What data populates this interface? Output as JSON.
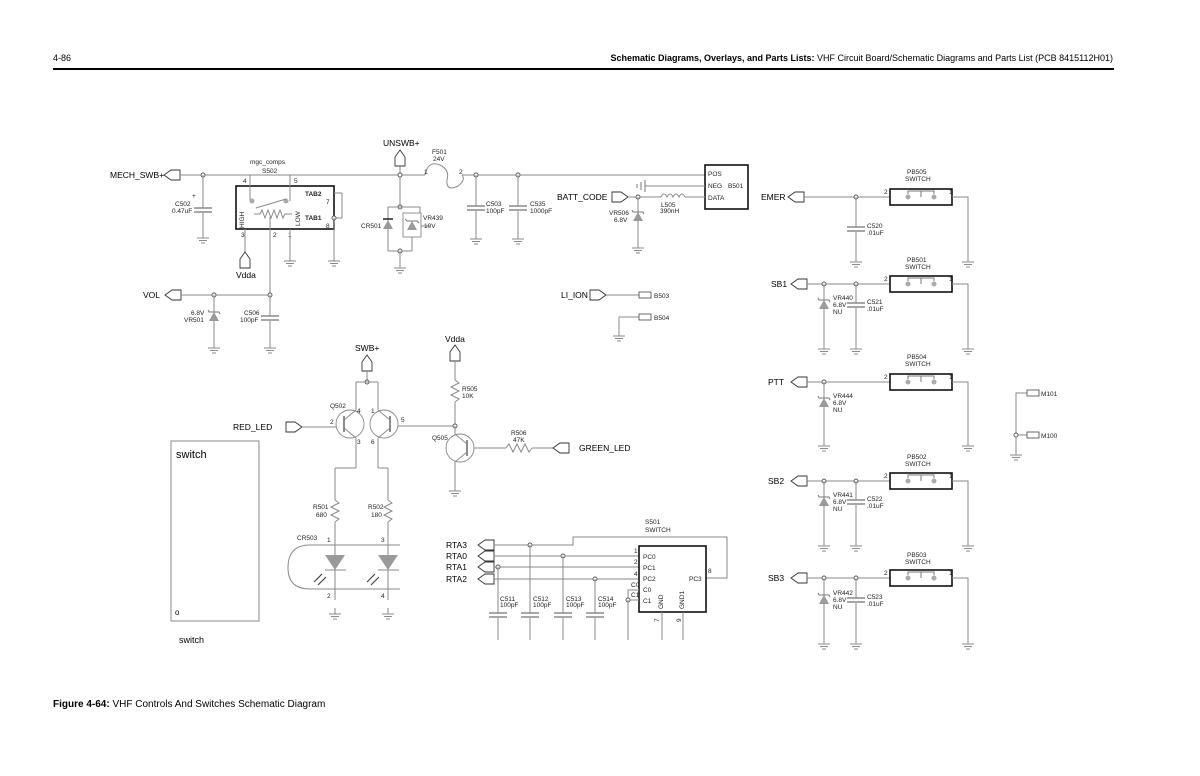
{
  "header": {
    "page_number": "4-86",
    "title_bold": "Schematic Diagrams, Overlays, and Parts Lists:",
    "title_rest": " VHF Circuit Board/Schematic Diagrams and Parts List (PCB 8415112H01)"
  },
  "caption": {
    "bold": "Figure 4-64:",
    "rest": " VHF Controls And Switches Schematic Diagram"
  },
  "nets": {
    "mech_swb": "MECH_SWB+",
    "unswb": "UNSWB+",
    "vdda_top": "Vdda",
    "vol": "VOL",
    "batt_code": "BATT_CODE",
    "li_ion": "LI_ION",
    "swb": "SWB+",
    "vdda_mid": "Vdda",
    "red_led": "RED_LED",
    "green_led": "GREEN_LED",
    "emer": "EMER",
    "sb1": "SB1",
    "ptt": "PTT",
    "sb2": "SB2",
    "sb3": "SB3",
    "rta3": "RTA3",
    "rta0": "RTA0",
    "rta1": "RTA1",
    "rta2": "RTA2"
  },
  "components": {
    "s502": {
      "name": "S502",
      "desc": "mgc_comps",
      "tab2": "TAB2",
      "tab1": "TAB1",
      "high": "HIGH",
      "low": "LOW",
      "p4": "4",
      "p5": "5",
      "p7": "7",
      "p8": "8",
      "p3": "3",
      "p2": "2",
      "p1": "1"
    },
    "c502": {
      "name": "C502",
      "value": "0.47uF",
      "plus": "+"
    },
    "f501": {
      "name": "F501",
      "value": "24V",
      "p1": "1",
      "p2": "2"
    },
    "cr501": {
      "name": "CR501"
    },
    "vr439": {
      "name": "VR439",
      "value": "10V"
    },
    "c503": {
      "name": "C503",
      "value": "100pF"
    },
    "c535": {
      "name": "C535",
      "value": "1000pF"
    },
    "vr506": {
      "name": "VR506",
      "value": "6.8V"
    },
    "l505": {
      "name": "L505",
      "value": "390nH"
    },
    "b501": {
      "name": "B501",
      "pos": "POS",
      "neg": "NEG",
      "data": "DATA"
    },
    "vr501": {
      "name": "VR501",
      "value": "6.8V"
    },
    "c506": {
      "name": "C506",
      "value": "100pF"
    },
    "b503": {
      "name": "B503"
    },
    "b504": {
      "name": "B504"
    },
    "q502": {
      "name": "Q502",
      "p2": "2",
      "p4": "4",
      "p3": "3",
      "p1": "1",
      "p5": "5",
      "p6": "6"
    },
    "q505": {
      "name": "Q505"
    },
    "r505": {
      "name": "R505",
      "value": "10K"
    },
    "r506": {
      "name": "R506",
      "value": "47K"
    },
    "r501": {
      "name": "R501",
      "value": "680"
    },
    "r502": {
      "name": "R502",
      "value": "180"
    },
    "cr503": {
      "name": "CR503",
      "p1": "1",
      "p2": "2",
      "p3": "3",
      "p4": "4"
    },
    "s501": {
      "name": "S501",
      "desc": "SWITCH",
      "pc0": "PC0",
      "pc1": "PC1",
      "pc2": "PC2",
      "pc3": "PC3",
      "c0": "C0",
      "c1": "C1",
      "gnd": "GND",
      "gnd1": "GND1",
      "p1": "1",
      "p2": "2",
      "p4": "4",
      "p8": "8",
      "p7": "7",
      "p9": "9",
      "c0_ext": "C0",
      "c1_ext": "C1"
    },
    "c511": {
      "name": "C511",
      "value": "100pF"
    },
    "c512": {
      "name": "C512",
      "value": "100pF"
    },
    "c513": {
      "name": "C513",
      "value": "100pF"
    },
    "c514": {
      "name": "C514",
      "value": "100pF"
    },
    "pb505": {
      "name": "PB505",
      "desc": "SWITCH"
    },
    "pb501": {
      "name": "PB501",
      "desc": "SWITCH"
    },
    "pb504": {
      "name": "PB504",
      "desc": "SWITCH"
    },
    "pb502": {
      "name": "PB502",
      "desc": "SWITCH"
    },
    "pb503": {
      "name": "PB503",
      "desc": "SWITCH"
    },
    "c520": {
      "name": "C520",
      "value": ".01uF"
    },
    "c521": {
      "name": "C521",
      "value": ".01uF"
    },
    "c522": {
      "name": "C522",
      "value": ".01uF"
    },
    "c523": {
      "name": "C523",
      "value": ".01uF"
    },
    "vr440": {
      "name": "VR440",
      "value": "6.8V",
      "note": "NU"
    },
    "vr444": {
      "name": "VR444",
      "value": "6.8V",
      "note": "NU"
    },
    "vr441": {
      "name": "VR441",
      "value": "6.8V",
      "note": "NU"
    },
    "vr442": {
      "name": "VR442",
      "value": "6.8V",
      "note": "NU"
    },
    "m101": {
      "name": "M101"
    },
    "m100": {
      "name": "M100"
    },
    "pb_pin2": "2",
    "pb_pin1": "1"
  },
  "placeholder_box": {
    "title": "switch",
    "corner": "o",
    "below_label": "switch"
  }
}
